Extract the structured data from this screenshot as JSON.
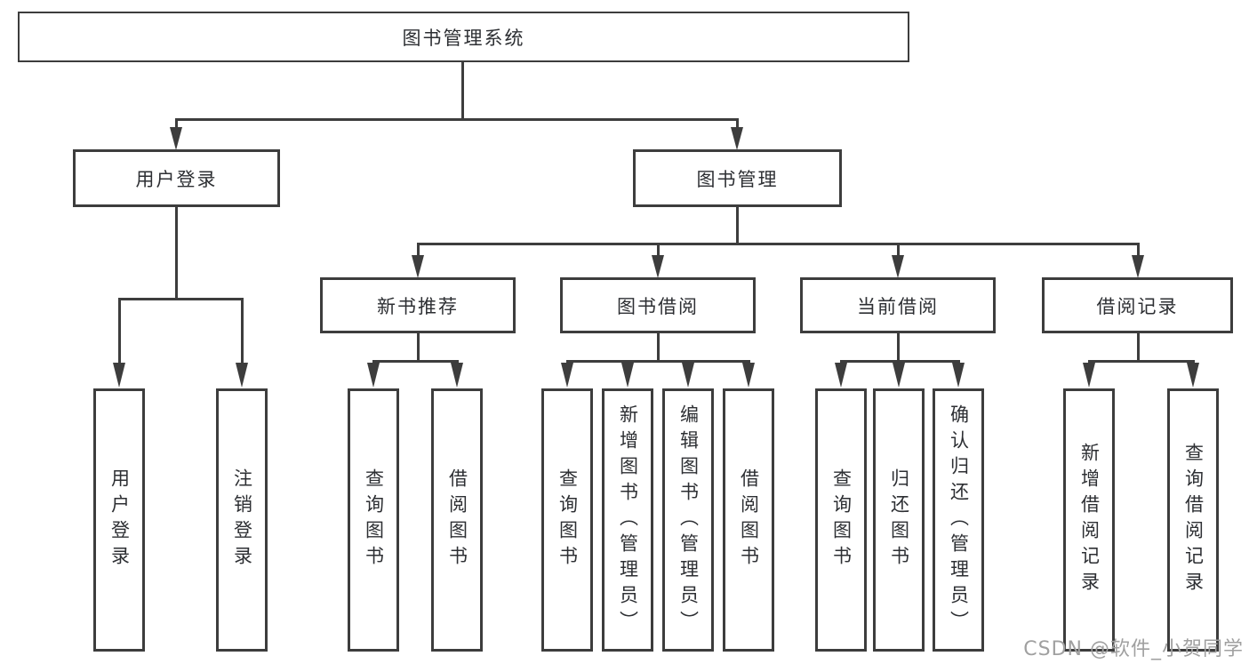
{
  "diagram": {
    "root_label": "图书管理系统",
    "user_login": {
      "label": "用户登录",
      "children": [
        "用户登录",
        "注销登录"
      ]
    },
    "book_mgmt": {
      "label": "图书管理",
      "sections": [
        {
          "label": "新书推荐",
          "children": [
            "查询图书",
            "借阅图书"
          ]
        },
        {
          "label": "图书借阅",
          "children": [
            "查询图书",
            "新增图书（管理员）",
            "编辑图书（管理员）",
            "借阅图书"
          ]
        },
        {
          "label": "当前借阅",
          "children": [
            "查询图书",
            "归还图书",
            "确认归还（管理员）"
          ]
        },
        {
          "label": "借阅记录",
          "children": [
            "新增借阅记录",
            "查询借阅记录"
          ]
        }
      ]
    }
  },
  "watermark": "CSDN @软件_小贺同学",
  "colors": {
    "line": "#3d3d3d",
    "text": "#2d2f33",
    "watermark": "#a0a0a0",
    "background": "#ffffff"
  }
}
